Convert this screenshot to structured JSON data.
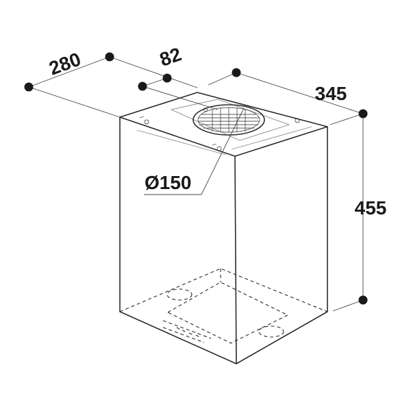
{
  "dimensions": {
    "depth": "280",
    "offset": "82",
    "width": "345",
    "height": "455",
    "diameter": "Ø150"
  },
  "colors": {
    "line": "#2a2a2a",
    "dot": "#1a1a1a",
    "background": "#ffffff"
  }
}
